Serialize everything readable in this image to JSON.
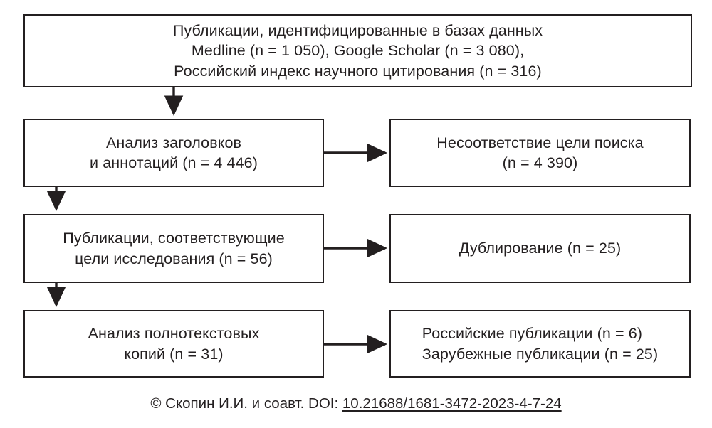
{
  "diagram": {
    "type": "prisma-flowchart",
    "nodes": [
      {
        "id": "identified",
        "text": "Публикации, идентифицированные в базах данных\nMedline (n = 1 050), Google Scholar (n = 3 080),\nРоссийский индекс научного цитирования (n = 316)"
      },
      {
        "id": "titles",
        "text": "Анализ заголовков\nи аннотаций (n = 4 446)"
      },
      {
        "id": "mismatch",
        "text": "Несоответствие цели поиска\n(n = 4 390)"
      },
      {
        "id": "relevant",
        "text": "Публикации, соответствующие\nцели исследования (n = 56)"
      },
      {
        "id": "duplicates",
        "text": "Дублирование (n = 25)"
      },
      {
        "id": "fulltext",
        "text": "Анализ полнотекстовых\nкопий (n = 31)"
      },
      {
        "id": "included",
        "text": "Российские публикации (n = 6)\nЗарубежные публикации (n = 25)"
      }
    ],
    "edges": [
      {
        "id": "identified-to-titles",
        "from": "identified",
        "to": "titles",
        "direction": "down"
      },
      {
        "id": "titles-to-mismatch",
        "from": "titles",
        "to": "mismatch",
        "direction": "right"
      },
      {
        "id": "titles-to-relevant",
        "from": "titles",
        "to": "relevant",
        "direction": "down"
      },
      {
        "id": "relevant-to-duplicates",
        "from": "relevant",
        "to": "duplicates",
        "direction": "right"
      },
      {
        "id": "relevant-to-fulltext",
        "from": "relevant",
        "to": "fulltext",
        "direction": "down"
      },
      {
        "id": "fulltext-to-included",
        "from": "fulltext",
        "to": "included",
        "direction": "right"
      }
    ],
    "colors": {
      "stroke": "#231f20",
      "fill": "#ffffff",
      "text": "#231f20"
    }
  },
  "caption": {
    "prefix": "© Скопин И.И. и соавт. DOI: ",
    "doi": "10.21688/1681-3472-2023-4-7-24"
  }
}
